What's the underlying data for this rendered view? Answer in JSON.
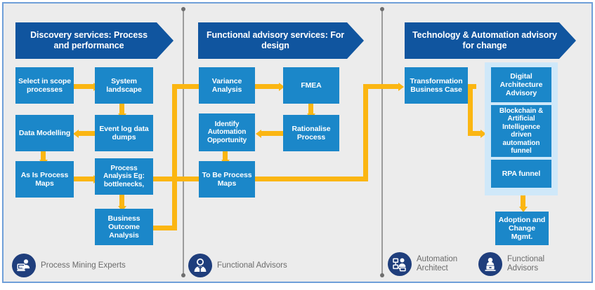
{
  "theme": {
    "banner_blue": "#10559F",
    "box_blue": "#1B87C9",
    "panel_blue": "#CFE8F9",
    "connector_yellow": "#FBB612",
    "background_grey": "#ECECEC",
    "frame_blue": "#6F9FD8",
    "badge_navy": "#1F3E7C",
    "role_text_grey": "#6B6B6B"
  },
  "columns": [
    {
      "id": "discovery",
      "banner": "Discovery services: Process and performance",
      "boxes": [
        {
          "id": "select-in-scope-processes",
          "label": "Select in scope processes"
        },
        {
          "id": "system-landscape",
          "label": "System landscape"
        },
        {
          "id": "data-modelling",
          "label": "Data Modelling"
        },
        {
          "id": "event-log-data-dumps",
          "label": "Event log data dumps"
        },
        {
          "id": "as-is-process-maps",
          "label": "As Is Process Maps"
        },
        {
          "id": "process-analysis",
          "label": "Process Analysis Eg: bottlenecks,"
        },
        {
          "id": "business-outcome-analysis",
          "label": "Business Outcome Analysis"
        }
      ]
    },
    {
      "id": "functional-advisory",
      "banner": "Functional advisory services: For design",
      "boxes": [
        {
          "id": "variance-analysis",
          "label": "Variance Analysis"
        },
        {
          "id": "fmea",
          "label": "FMEA"
        },
        {
          "id": "identify-automation-opportunity",
          "label": "Identify Automation Opportunity"
        },
        {
          "id": "rationalise-process",
          "label": "Rationalise Process"
        },
        {
          "id": "to-be-process-maps",
          "label": "To Be Process Maps"
        }
      ]
    },
    {
      "id": "technology-automation",
      "banner": "Technology & Automation advisory for change",
      "boxes": [
        {
          "id": "transformation-business-case",
          "label": "Transformation Business Case"
        },
        {
          "id": "digital-architecture-advisory",
          "label": "Digital Architecture Advisory"
        },
        {
          "id": "blockchain-ai-automation-funnel",
          "label": "Blockchain & Artificial Intelligence driven automation funnel"
        },
        {
          "id": "rpa-funnel",
          "label": "RPA funnel"
        },
        {
          "id": "adoption-and-change-mgmt",
          "label": "Adoption and Change Mgmt."
        }
      ]
    }
  ],
  "roles": [
    {
      "id": "process-mining-experts",
      "label": "Process Mining Experts",
      "icon": "person-computer-icon"
    },
    {
      "id": "functional-advisors-1",
      "label": "Functional Advisors",
      "icon": "person-icon"
    },
    {
      "id": "automation-architect",
      "label": "Automation\nArchitect",
      "icon": "person-network-icon"
    },
    {
      "id": "functional-advisors-2",
      "label": "Functional\nAdvisors",
      "icon": "person-laptop-icon"
    }
  ]
}
